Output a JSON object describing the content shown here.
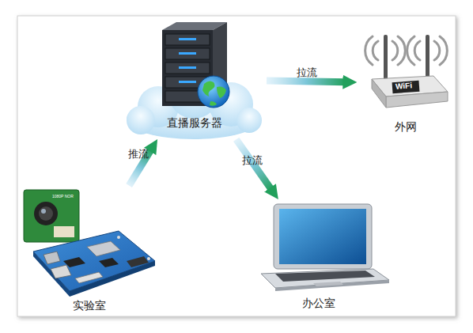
{
  "diagram": {
    "nodes": [
      {
        "text": [
          "直播服务器"
        ]
      },
      {
        "text": [
          "外网"
        ]
      },
      {
        "text": [
          "实验室"
        ]
      },
      {
        "text": [
          "办公室"
        ]
      }
    ],
    "edges": [
      {
        "from": 2,
        "to": 0,
        "arrow": "to",
        "label": "推流"
      },
      {
        "from": 0,
        "to": 1,
        "arrow": "to",
        "label": "拉流"
      },
      {
        "from": 0,
        "to": 3,
        "arrow": "to",
        "label": "拉流"
      }
    ],
    "labels": [
      "WiFi",
      "1080P NOR"
    ]
  }
}
